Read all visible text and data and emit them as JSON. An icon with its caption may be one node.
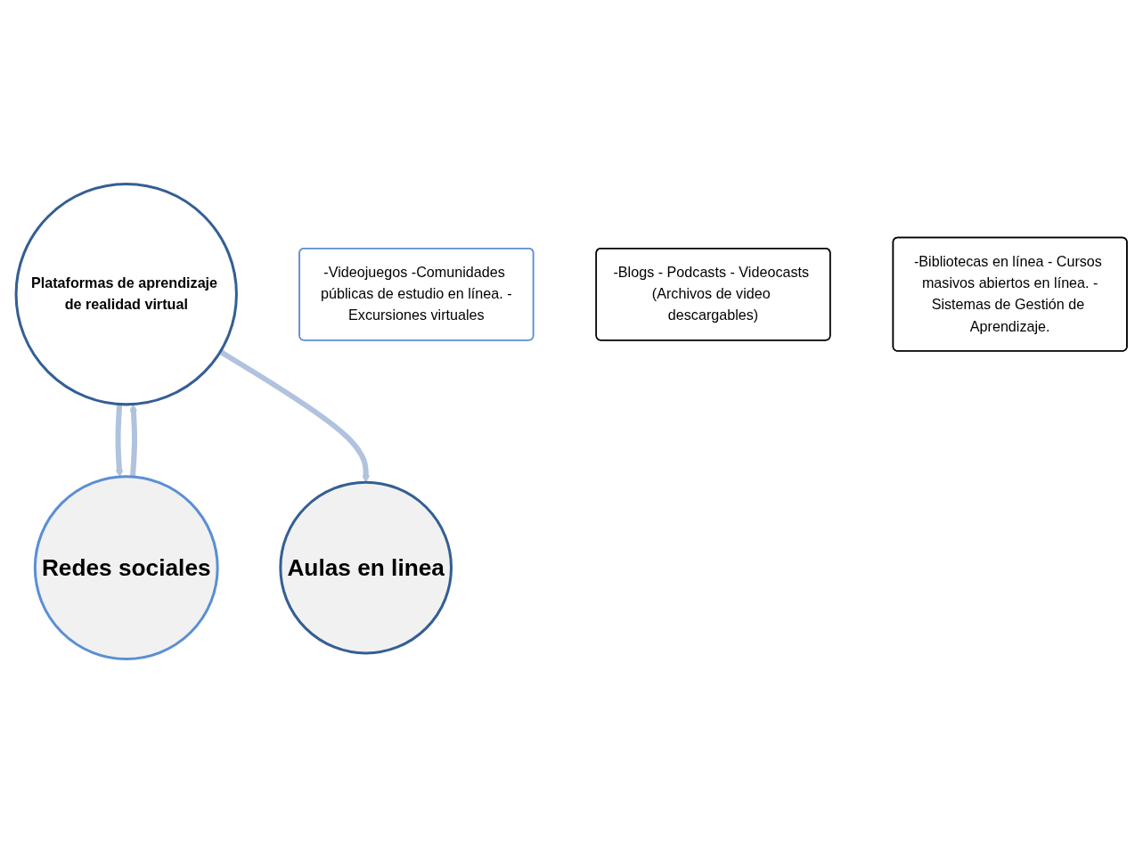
{
  "diagram": {
    "nodes": [
      {
        "text": [
          "Plataformas de aprendizaje de realidad virtual"
        ]
      },
      {
        "text": [
          "-Videojuegos -Comunidades públicas de estudio en línea. -Excursiones virtuales"
        ]
      },
      {
        "text": [
          "Redes sociales"
        ]
      },
      {
        "text": [
          "-Blogs - Podcasts - Videocasts (Archivos de video descargables)"
        ]
      },
      {
        "text": [
          "Aulas en linea"
        ]
      },
      {
        "text": [
          "-Bibliotecas en línea - Cursos masivos abiertos en línea. -Sistemas de Gestión de Aprendizaje."
        ]
      }
    ],
    "edges": [
      {
        "from": 2,
        "to": 0,
        "arrow": "to"
      },
      {
        "from": 0,
        "to": 2,
        "arrow": "to"
      },
      {
        "from": 0,
        "to": 4,
        "arrow": "to"
      }
    ]
  }
}
